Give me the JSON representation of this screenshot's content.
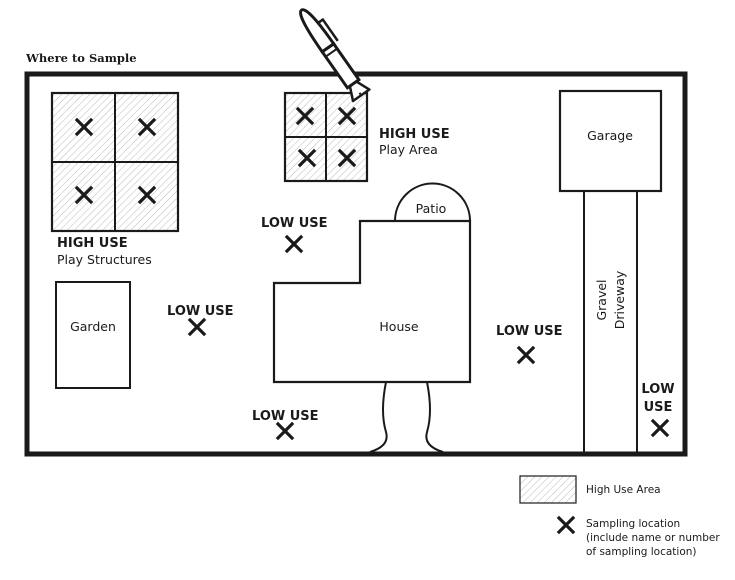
{
  "title": "Where to Sample",
  "zones": {
    "play_structures": {
      "use": "HIGH USE",
      "name": "Play Structures"
    },
    "play_area": {
      "use": "HIGH USE",
      "name": "Play Area"
    },
    "low_use_top": "LOW USE",
    "low_use_left": "LOW USE",
    "low_use_bottom": "LOW USE",
    "low_use_right": "LOW USE",
    "low_use_edge_line1": "LOW",
    "low_use_edge_line2": "USE"
  },
  "buildings": {
    "garage": "Garage",
    "patio": "Patio",
    "house": "House",
    "garden": "Garden",
    "driveway_line1": "Gravel",
    "driveway_line2": "Driveway"
  },
  "legend": {
    "high_use_area": "High Use Area",
    "sampling_line1": "Sampling location",
    "sampling_line2": "(include name or number",
    "sampling_line3": "of sampling location)"
  },
  "icons": {
    "sampling_marker": "x-mark-icon",
    "pen": "pen-icon",
    "hatch": "hatch-pattern"
  }
}
